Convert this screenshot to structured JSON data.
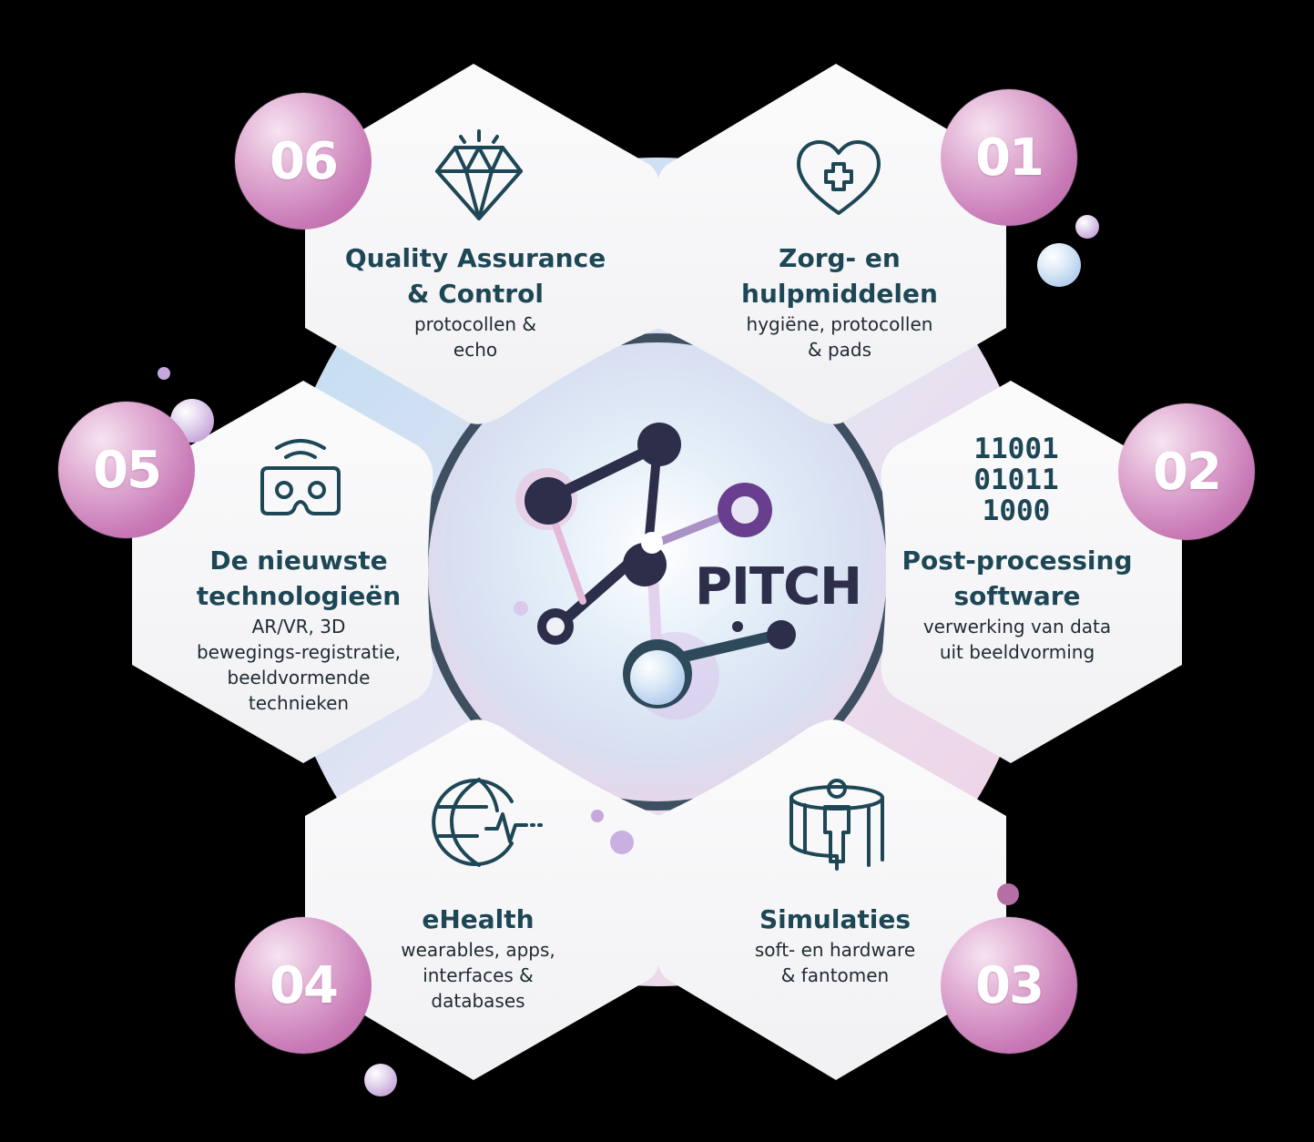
{
  "center": {
    "logo_text": "PITCH"
  },
  "segments": [
    {
      "number": "01",
      "title": "Zorg- en\nhulpmiddelen",
      "subtitle": "hygiëne, protocollen\n& pads",
      "icon": "heart-plus-icon"
    },
    {
      "number": "02",
      "title": "Post-processing\nsoftware",
      "subtitle": "verwerking van data\nuit beeldvorming",
      "icon": "binary-code-icon",
      "icon_text": "11001\n01011\n1000"
    },
    {
      "number": "03",
      "title": "Simulaties",
      "subtitle": "soft- en hardware\n& fantomen",
      "icon": "person-scanner-icon"
    },
    {
      "number": "04",
      "title": "eHealth",
      "subtitle": "wearables, apps,\ninterfaces &\ndatabases",
      "icon": "globe-heartbeat-icon"
    },
    {
      "number": "05",
      "title": "De nieuwste\ntechnologieën",
      "subtitle": "AR/VR, 3D\nbewegings-registratie,\nbeeldvormende\ntechnieken",
      "icon": "vr-headset-icon"
    },
    {
      "number": "06",
      "title": "Quality Assurance\n& Control",
      "subtitle": "protocollen &\necho",
      "icon": "diamond-icon"
    }
  ],
  "colors": {
    "background": "#000000",
    "hexagon_fill": "#f7f7f9",
    "title_text": "#1e4756",
    "badge_pink": "#c879b6",
    "center_blue": "#bfe1f3",
    "center_pink": "#ecd6ea",
    "molecule_navy": "#2c2e4a",
    "molecule_purple": "#6a3e8e"
  }
}
